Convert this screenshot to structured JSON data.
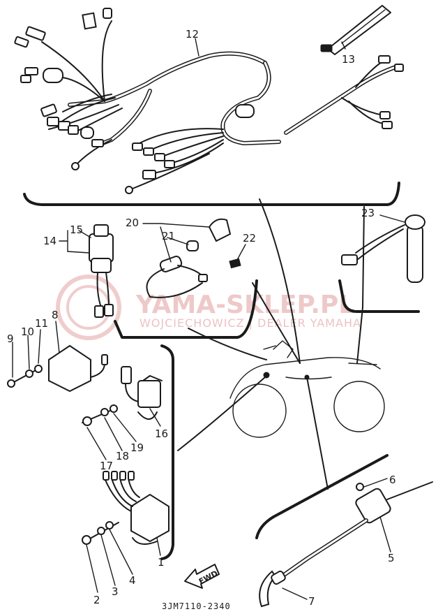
{
  "watermark": {
    "title": "YAMA-SKLEP.PL",
    "subtitle": "WOJCIECHOWICZ | DEALER YAMAHA"
  },
  "diagram_code": "3JM7110-2340",
  "direction_label": "FWD",
  "callouts": {
    "n1": "1",
    "n2": "2",
    "n3": "3",
    "n4": "4",
    "n5": "5",
    "n6": "6",
    "n7": "7",
    "n8": "8",
    "n9": "9",
    "n10": "10",
    "n11": "11",
    "n12": "12",
    "n13": "13",
    "n14": "14",
    "n15": "15",
    "n16": "16",
    "n17": "17",
    "n18": "18",
    "n19": "19",
    "n20": "20",
    "n21": "21",
    "n22": "22",
    "n23": "23"
  },
  "colors": {
    "line": "#1a1a1a",
    "watermark": "#e9b8b8",
    "background": "#ffffff"
  }
}
